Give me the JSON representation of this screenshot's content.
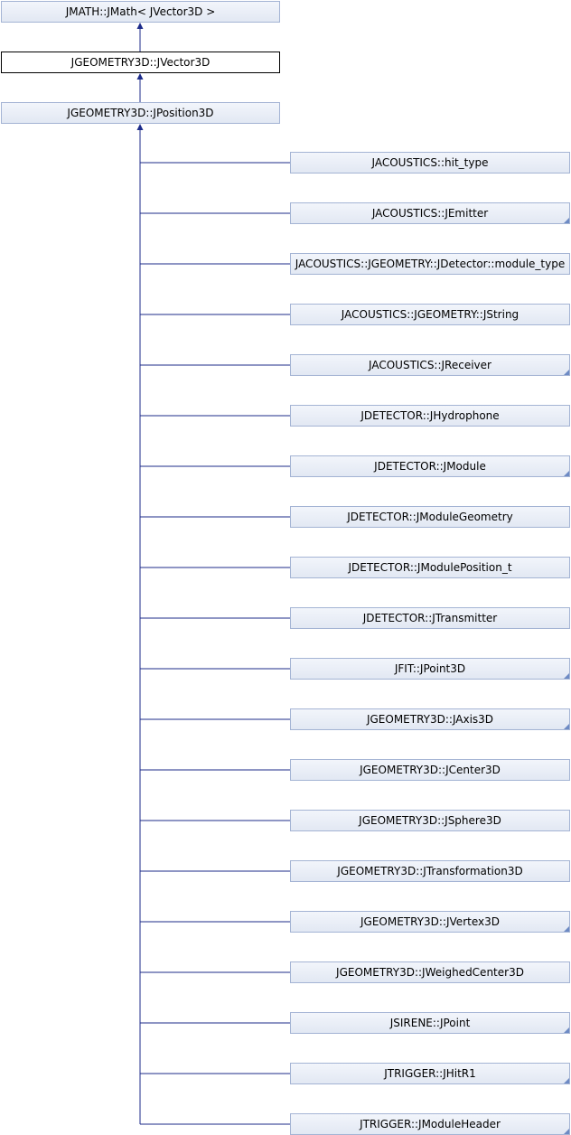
{
  "colors": {
    "edge": "#1c2b8a",
    "node_border": "#a4b4d4",
    "current_border": "#000000"
  },
  "ancestors": [
    {
      "label": "JMATH::JMath< JVector3D >",
      "current": false,
      "more": false
    },
    {
      "label": "JGEOMETRY3D::JVector3D",
      "current": true,
      "more": false
    },
    {
      "label": "JGEOMETRY3D::JPosition3D",
      "current": false,
      "more": false
    }
  ],
  "derived": [
    {
      "label": "JACOUSTICS::hit_type",
      "more": false
    },
    {
      "label": "JACOUSTICS::JEmitter",
      "more": true
    },
    {
      "label": "JACOUSTICS::JGEOMETRY::JDetector::module_type",
      "more": false
    },
    {
      "label": "JACOUSTICS::JGEOMETRY::JString",
      "more": false
    },
    {
      "label": "JACOUSTICS::JReceiver",
      "more": true
    },
    {
      "label": "JDETECTOR::JHydrophone",
      "more": false
    },
    {
      "label": "JDETECTOR::JModule",
      "more": true
    },
    {
      "label": "JDETECTOR::JModuleGeometry",
      "more": false
    },
    {
      "label": "JDETECTOR::JModulePosition_t",
      "more": false
    },
    {
      "label": "JDETECTOR::JTransmitter",
      "more": false
    },
    {
      "label": "JFIT::JPoint3D",
      "more": true
    },
    {
      "label": "JGEOMETRY3D::JAxis3D",
      "more": true
    },
    {
      "label": "JGEOMETRY3D::JCenter3D",
      "more": false
    },
    {
      "label": "JGEOMETRY3D::JSphere3D",
      "more": false
    },
    {
      "label": "JGEOMETRY3D::JTransformation3D",
      "more": false
    },
    {
      "label": "JGEOMETRY3D::JVertex3D",
      "more": true
    },
    {
      "label": "JGEOMETRY3D::JWeighedCenter3D",
      "more": false
    },
    {
      "label": "JSIRENE::JPoint",
      "more": true
    },
    {
      "label": "JTRIGGER::JHitR1",
      "more": true
    },
    {
      "label": "JTRIGGER::JModuleHeader",
      "more": true
    }
  ]
}
